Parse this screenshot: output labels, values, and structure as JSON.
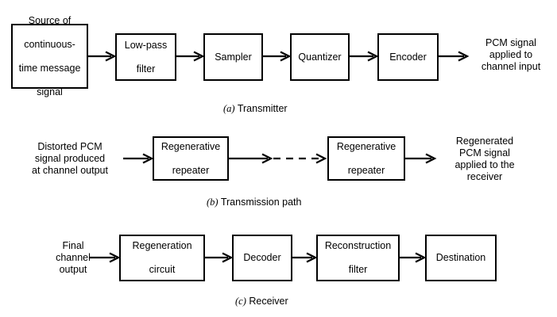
{
  "figure": {
    "title_present": false,
    "stroke_color": "#000000",
    "fill_color": "#ffffff",
    "rows": [
      {
        "caption_index": "(a)",
        "caption_text": "Transmitter",
        "input_label": "",
        "boxes": [
          {
            "line1": "Source of",
            "line2": "continuous-",
            "line3": "time message",
            "line4": "signal"
          },
          {
            "line1": "Low-pass",
            "line2": "filter"
          },
          {
            "line1": "Sampler"
          },
          {
            "line1": "Quantizer"
          },
          {
            "line1": "Encoder"
          }
        ],
        "output_label": "PCM signal\napplied to\nchannel input"
      },
      {
        "caption_index": "(b)",
        "caption_text": "Transmission path",
        "input_label": "Distorted PCM\nsignal produced\nat channel output",
        "boxes": [
          {
            "line1": "Regenerative",
            "line2": "repeater"
          },
          {
            "line1": "Regenerative",
            "line2": "repeater"
          }
        ],
        "output_label": "Regenerated\nPCM signal\napplied to the\nreceiver"
      },
      {
        "caption_index": "(c)",
        "caption_text": "Receiver",
        "input_label": "Final\nchannel\noutput",
        "boxes": [
          {
            "line1": "Regeneration",
            "line2": "circuit"
          },
          {
            "line1": "Decoder"
          },
          {
            "line1": "Reconstruction",
            "line2": "filter"
          },
          {
            "line1": "Destination"
          }
        ],
        "output_label": ""
      }
    ]
  },
  "row_a": {
    "box1_l1": "Source of",
    "box1_l2": "continuous-",
    "box1_l3": "time message",
    "box1_l4": "signal",
    "box2_l1": "Low-pass",
    "box2_l2": "filter",
    "box3": "Sampler",
    "box4": "Quantizer",
    "box5": "Encoder",
    "output_label": "PCM signal\napplied to\nchannel input",
    "caption_index": "(a)",
    "caption_text": " Transmitter"
  },
  "row_b": {
    "input_label": "Distorted PCM\nsignal produced\nat channel output",
    "box1_l1": "Regenerative",
    "box1_l2": "repeater",
    "box2_l1": "Regenerative",
    "box2_l2": "repeater",
    "output_label": "Regenerated\nPCM signal\napplied to the\nreceiver",
    "caption_index": "(b)",
    "caption_text": " Transmission path"
  },
  "row_c": {
    "input_label": "Final\nchannel\noutput",
    "box1_l1": "Regeneration",
    "box1_l2": "circuit",
    "box2": "Decoder",
    "box3_l1": "Reconstruction",
    "box3_l2": "filter",
    "box4": "Destination",
    "caption_index": "(c)",
    "caption_text": " Receiver"
  }
}
